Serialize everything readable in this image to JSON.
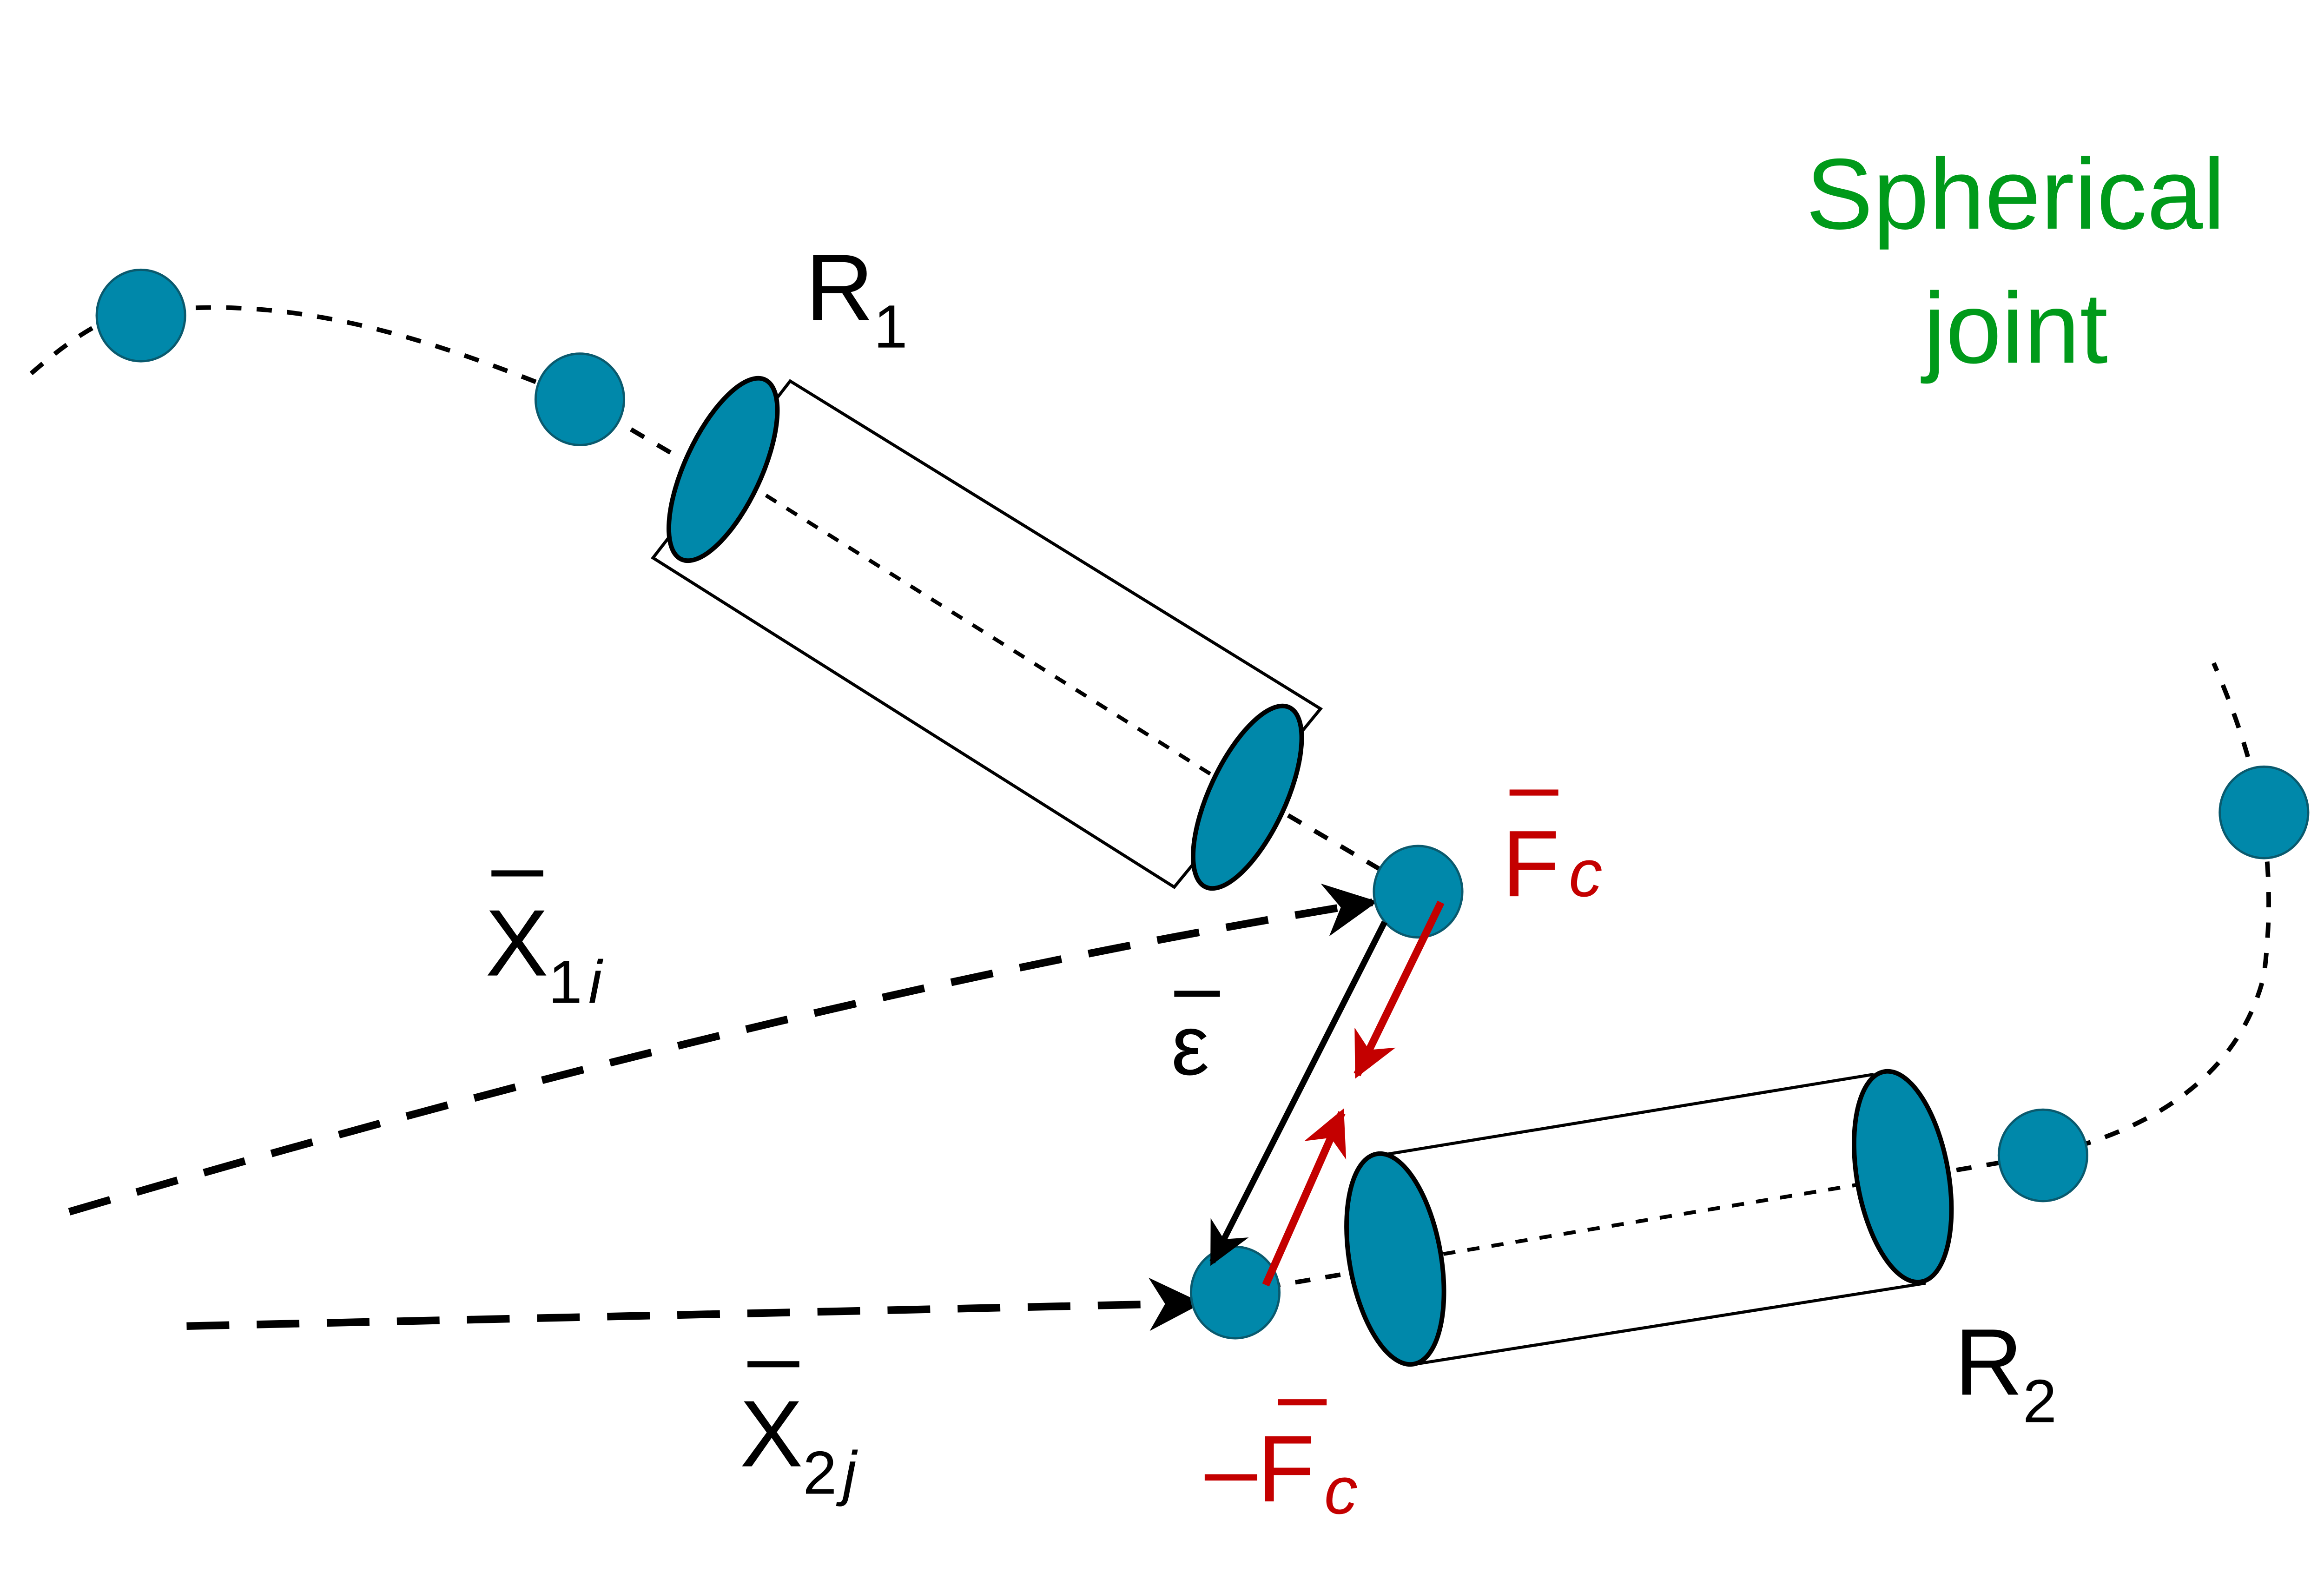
{
  "labels": {
    "r1": {
      "main": "R",
      "sub": "1"
    },
    "r2": {
      "main": "R",
      "sub": "2"
    },
    "joint_line1": "Spherical",
    "joint_line2": "joint",
    "x1i": {
      "main": "X",
      "sub1": "1",
      "sub2": "i"
    },
    "x2j": {
      "main": "X",
      "sub1": "2",
      "sub2": "j"
    },
    "eps": "ε",
    "fc": {
      "main": "F",
      "sub": "c"
    },
    "neg_fc": {
      "prefix": "–",
      "main": "F",
      "sub": "c"
    }
  },
  "colors": {
    "bead": "#0088aa",
    "force": "#c40000",
    "joint_text": "#009a1a",
    "ink": "#000000"
  }
}
